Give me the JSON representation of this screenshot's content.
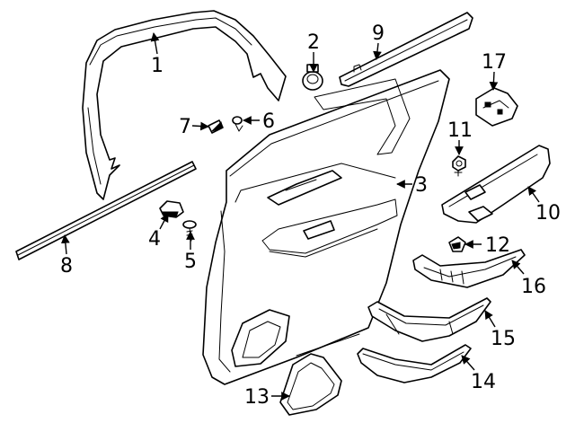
{
  "callouts": [
    {
      "id": "1",
      "text": "1"
    },
    {
      "id": "2",
      "text": "2"
    },
    {
      "id": "3",
      "text": "3"
    },
    {
      "id": "4",
      "text": "4"
    },
    {
      "id": "5",
      "text": "5"
    },
    {
      "id": "6",
      "text": "6"
    },
    {
      "id": "7",
      "text": "7"
    },
    {
      "id": "8",
      "text": "8"
    },
    {
      "id": "9",
      "text": "9"
    },
    {
      "id": "10",
      "text": "10"
    },
    {
      "id": "11",
      "text": "11"
    },
    {
      "id": "12",
      "text": "12"
    },
    {
      "id": "13",
      "text": "13"
    },
    {
      "id": "14",
      "text": "14"
    },
    {
      "id": "15",
      "text": "15"
    },
    {
      "id": "16",
      "text": "16"
    },
    {
      "id": "17",
      "text": "17"
    }
  ],
  "colors": {
    "line": "#000000",
    "background": "#ffffff"
  }
}
